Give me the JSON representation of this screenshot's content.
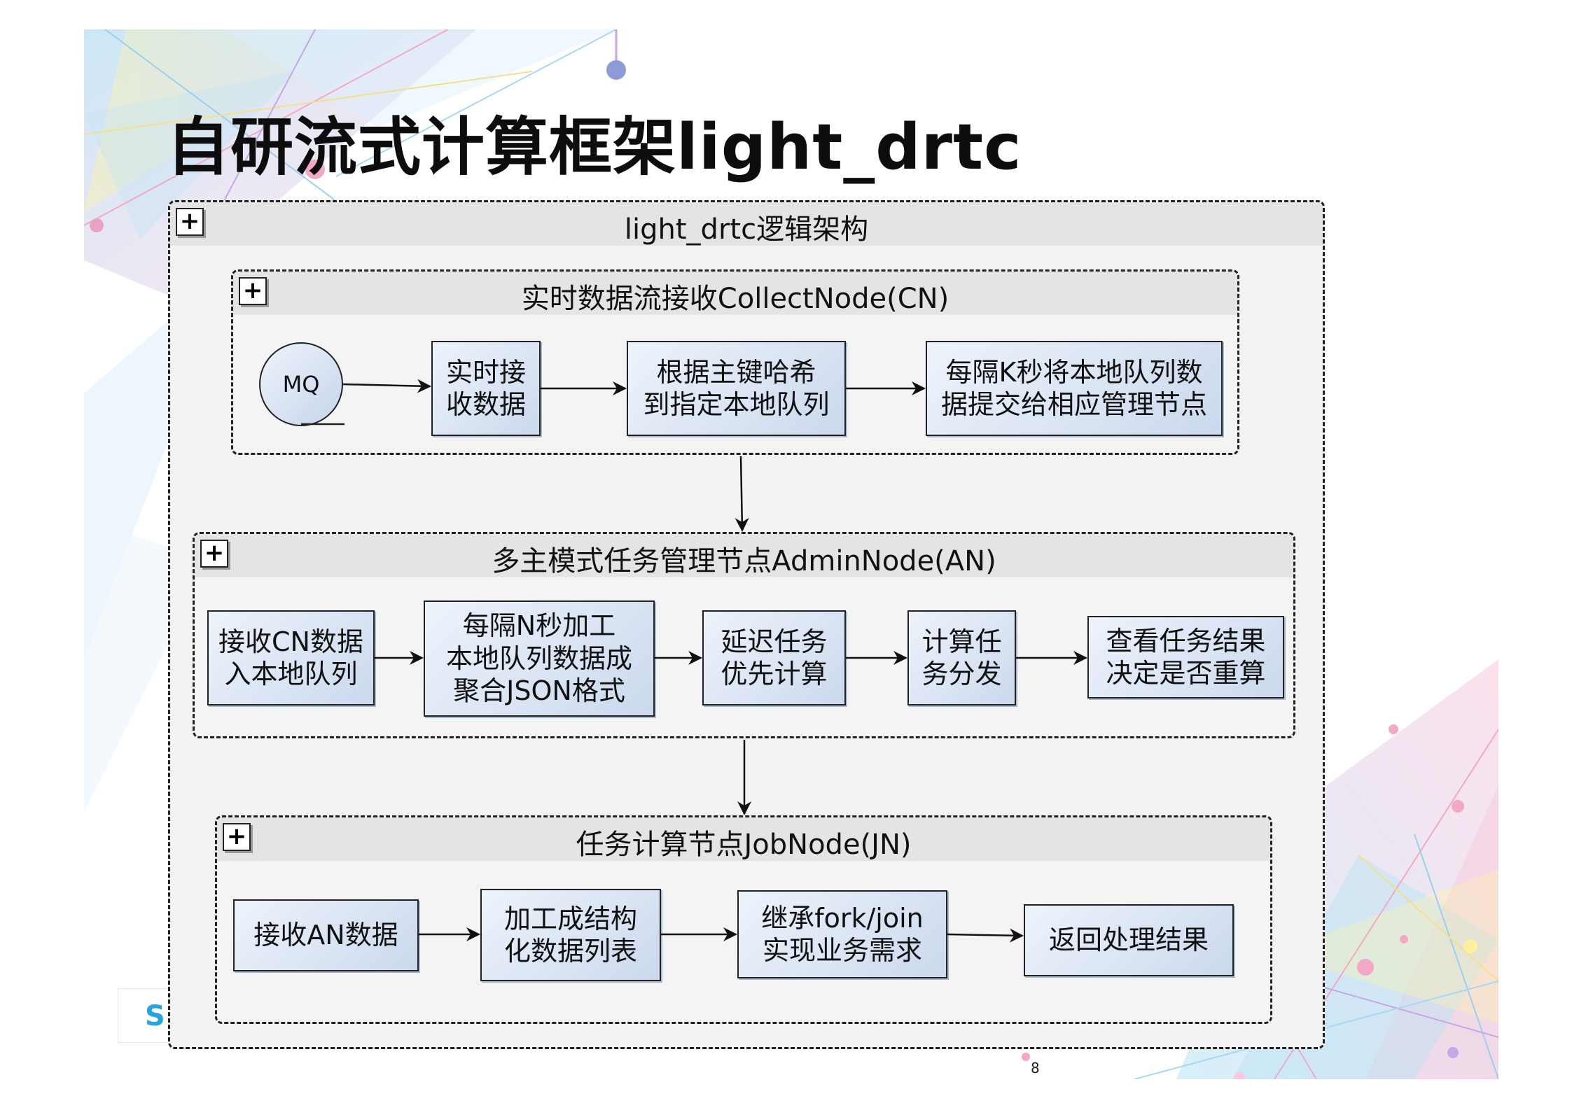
{
  "slide": {
    "title": "自研流式计算框架light_drtc",
    "page_number": "8"
  },
  "diagram": {
    "outer": {
      "title": "light_drtc逻辑架构"
    },
    "collect_node": {
      "title": "实时数据流接收CollectNode(CN)",
      "mq_label": "MQ",
      "steps": [
        "实时接\n收数据",
        "根据主键哈希\n到指定本地队列",
        "每隔K秒将本地队列数\n据提交给相应管理节点"
      ]
    },
    "admin_node": {
      "title": "多主模式任务管理节点AdminNode(AN)",
      "steps": [
        "接收CN数据\n入本地队列",
        "每隔N秒加工\n本地队列数据成\n聚合JSON格式",
        "延迟任务\n优先计算",
        "计算任\n务分发",
        "查看任务结果\n决定是否重算"
      ]
    },
    "job_node": {
      "title": "任务计算节点JobNode(JN)",
      "steps": [
        "接收AN数据",
        "加工成结构\n化数据列表",
        "继承fork/join\n实现业务需求",
        "返回处理结果"
      ]
    },
    "expand_icon_glyph": "+"
  }
}
